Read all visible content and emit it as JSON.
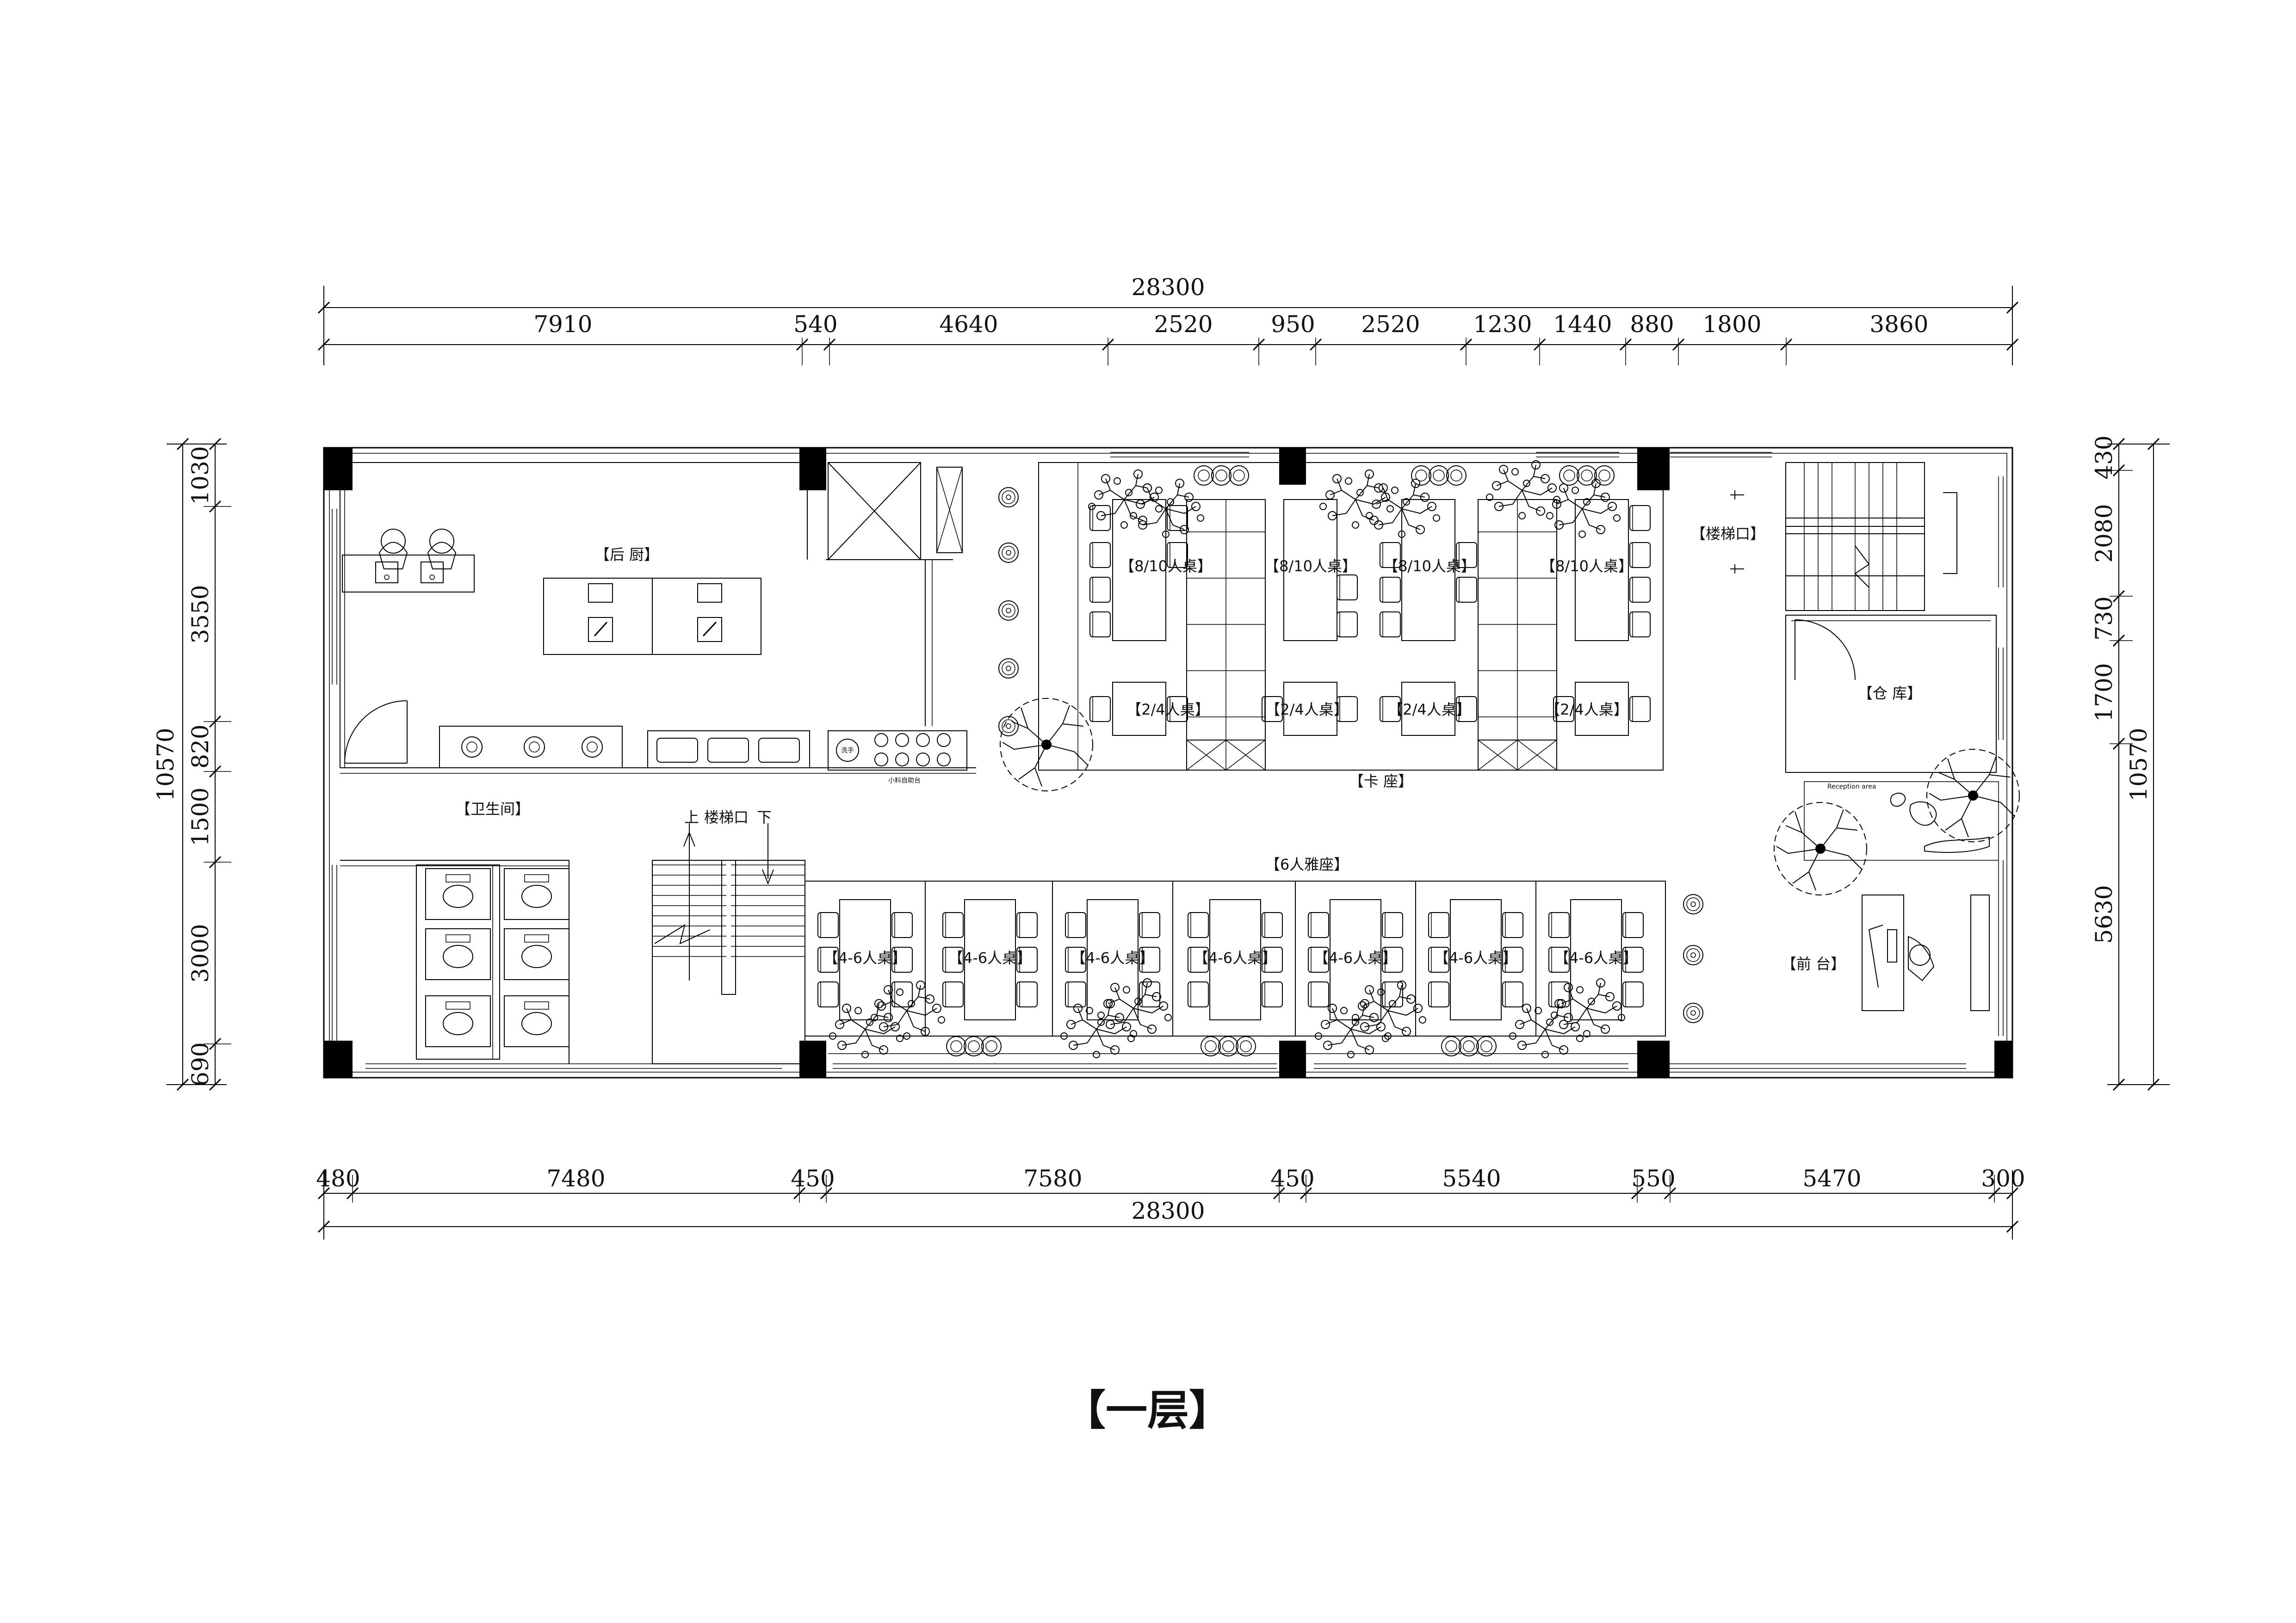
{
  "title": "【一层】",
  "dimensions": {
    "top_total": "28300",
    "top_segments": [
      "7910",
      "540",
      "4640",
      "2520",
      "950",
      "2520",
      "1230",
      "1440",
      "880",
      "1800",
      "3860"
    ],
    "bottom_segments": [
      "480",
      "7480",
      "450",
      "7580",
      "450",
      "5540",
      "550",
      "5470",
      "300"
    ],
    "bottom_total": "28300",
    "left_total": "10570",
    "left_segments": [
      "1030",
      "3550",
      "820",
      "1500",
      "3000",
      "690"
    ],
    "right_total": "10570",
    "right_segments": [
      "430",
      "2080",
      "730",
      "1700",
      "5630"
    ]
  },
  "rooms": {
    "kitchen": "【后 厨】",
    "booth_area": "【卡 座】",
    "stair_right": "【楼梯口】",
    "storage": "【仓 库】",
    "restroom": "【卫生间】",
    "stair_left": "楼梯口",
    "stair_up": "上",
    "stair_down": "下",
    "private_seats": "【6人雅座】",
    "front_desk": "【前 台】",
    "kitchen_counter": "小料自助台",
    "sink_label": "洗手",
    "reception_area": "Reception area"
  },
  "tables": {
    "large": [
      "【8/10人桌】",
      "【8/10人桌】",
      "【8/10人桌】",
      "【8/10人桌】"
    ],
    "small": [
      "【2/4人桌】",
      "【2/4人桌】",
      "【2/4人桌】",
      "【2/4人桌】"
    ],
    "booths": [
      "【4-6人桌】",
      "【4-6人桌】",
      "【4-6人桌】",
      "【4-6人桌】",
      "【4-6人桌】",
      "【4-6人桌】",
      "【4-6人桌】"
    ]
  }
}
